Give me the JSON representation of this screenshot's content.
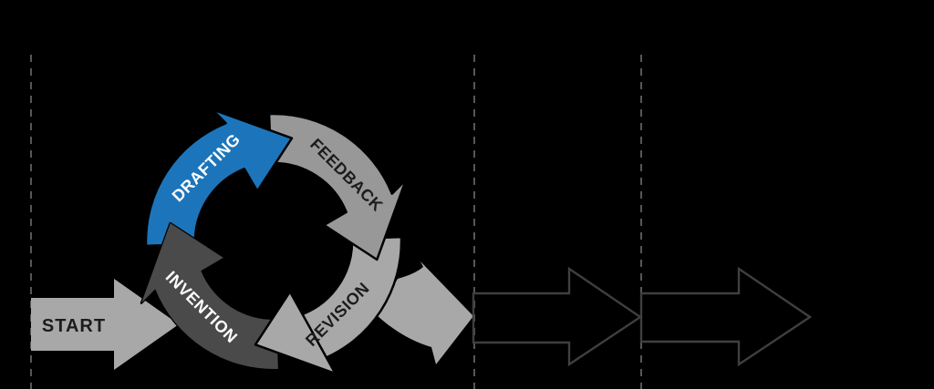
{
  "background_color": "#000000",
  "diagram": {
    "start": {
      "label": "START",
      "arrow_color": "#a8a8a8",
      "label_color": "#1c1c1c"
    },
    "cycle": {
      "stages": [
        {
          "id": "invention",
          "label": "INVENTION",
          "color": "#4a4a4a",
          "label_color": "#ffffff"
        },
        {
          "id": "drafting",
          "label": "DRAFTING",
          "color": "#1c75bb",
          "label_color": "#ffffff"
        },
        {
          "id": "feedback",
          "label": "FEEDBACK",
          "color": "#989898",
          "label_color": "#1c1c1c"
        },
        {
          "id": "revision",
          "label": "REVISION",
          "color": "#a8a8a8",
          "label_color": "#1c1c1c"
        }
      ],
      "exit_arrow_color": "#a8a8a8"
    },
    "timeline": {
      "separator_color": "#575757",
      "outline_arrow_color": "#3f3f3f"
    }
  }
}
